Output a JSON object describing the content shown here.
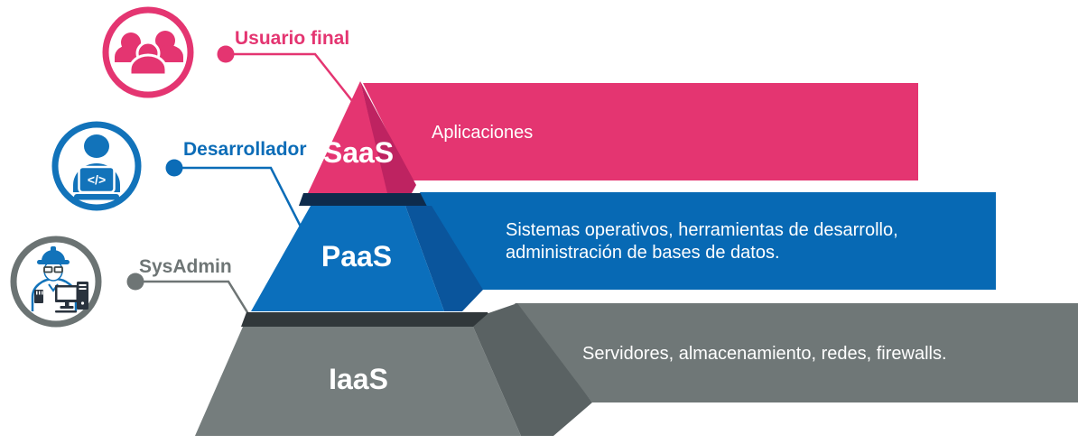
{
  "colors": {
    "pink_main": "#E43571",
    "pink_dark": "#BE2361",
    "navy_shadow": "#0E2B4C",
    "blue_main": "#0769B4",
    "blue_face": "#0B6FBC",
    "blue_dark": "#0A559C",
    "blue_icon": "#1273BA",
    "gray_main": "#6F7777",
    "gray_face": "#757D7D",
    "gray_dark": "#5A6263",
    "gray_shadow": "#31383B",
    "gray_icon": "#6B7373",
    "device_dark": "#2A333E",
    "white": "#FFFFFF"
  },
  "actors": [
    {
      "label": "Usuario final"
    },
    {
      "label": "Desarrollador",
      "code_glyph": "</>"
    },
    {
      "label": "SysAdmin"
    }
  ],
  "layers": [
    {
      "label": "SaaS",
      "band_lines": [
        "Aplicaciones"
      ]
    },
    {
      "label": "PaaS",
      "band_lines": [
        "Sistemas operativos, herramientas de desarrollo,",
        "administración de bases de datos."
      ]
    },
    {
      "label": "IaaS",
      "band_lines": [
        "Servidores, almacenamiento, redes, firewalls."
      ]
    }
  ]
}
